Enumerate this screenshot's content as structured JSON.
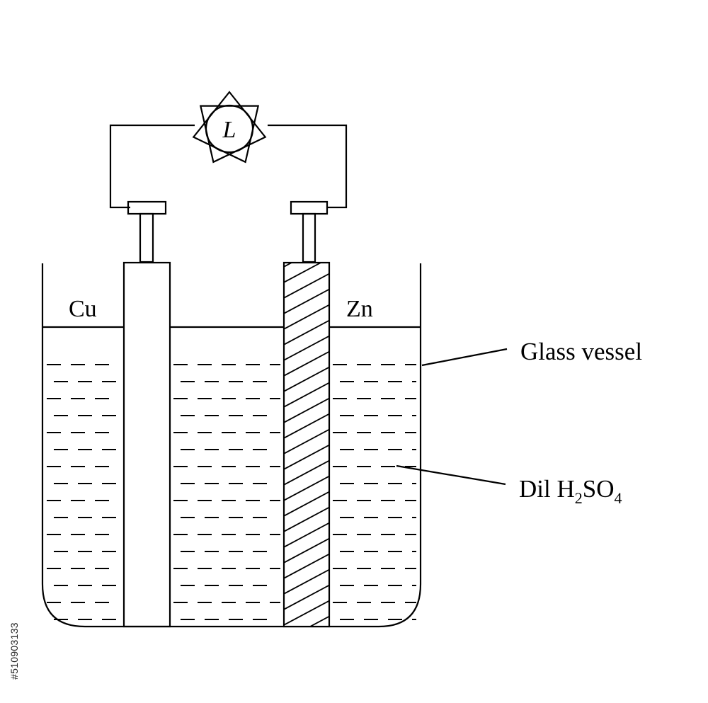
{
  "labels": {
    "lamp": "L",
    "left_electrode": "Cu",
    "right_electrode": "Zn",
    "vessel": "Glass vessel",
    "solution_prefix": "Dil H",
    "solution_sub1": "2",
    "solution_mid": "SO",
    "solution_sub2": "4"
  },
  "watermark": {
    "stock_id": "#510903133"
  }
}
